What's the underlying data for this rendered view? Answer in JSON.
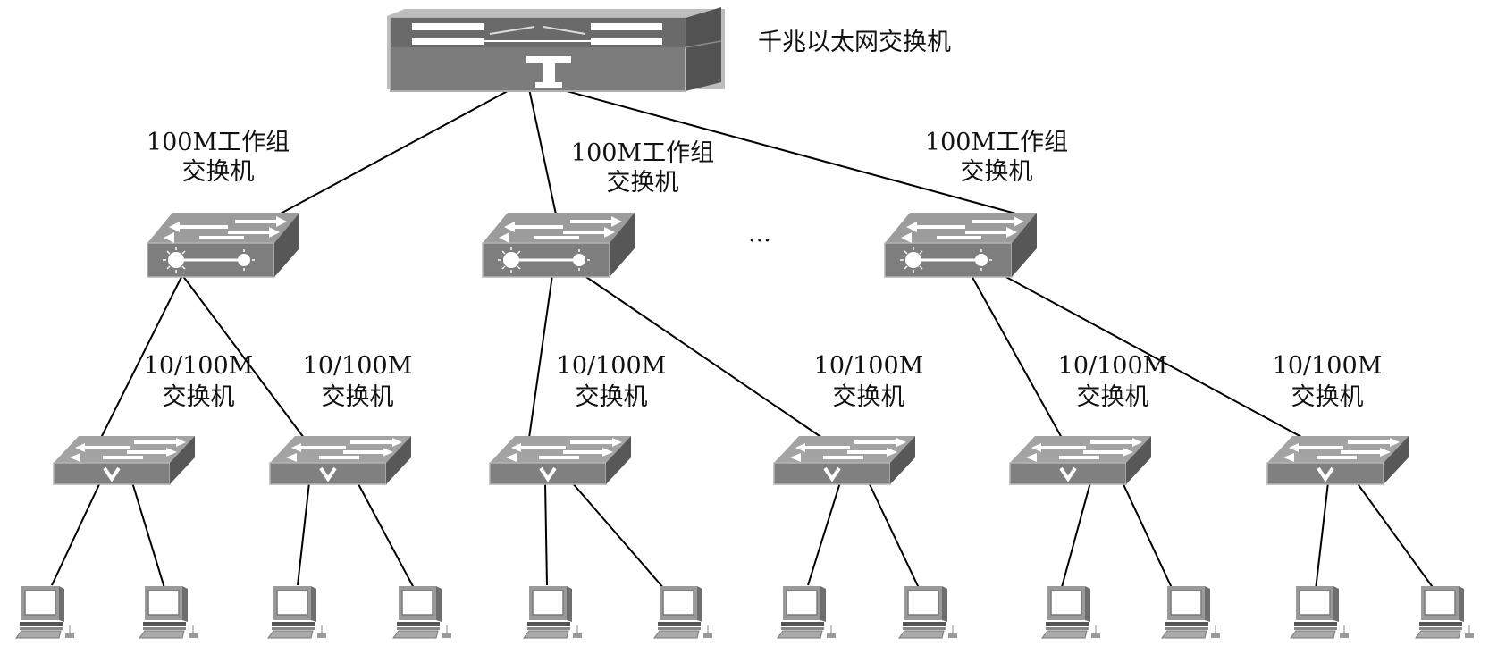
{
  "diagram": {
    "type": "network-topology",
    "core_switch": {
      "label": "千兆以太网交换机",
      "icon": "core-switch-icon"
    },
    "ellipsis": "···",
    "workgroup_switches": [
      {
        "label_line1": "100M工作组",
        "label_line2": "交换机",
        "icon": "workgroup-switch-icon"
      },
      {
        "label_line1": "100M工作组",
        "label_line2": "交换机",
        "icon": "workgroup-switch-icon"
      },
      {
        "label_line1": "100M工作组",
        "label_line2": "交换机",
        "icon": "workgroup-switch-icon"
      }
    ],
    "access_switches": [
      {
        "label_line1": "10/100M",
        "label_line2": "交换机",
        "parent": 0,
        "icon": "access-switch-icon"
      },
      {
        "label_line1": "10/100M",
        "label_line2": "交换机",
        "parent": 0,
        "icon": "access-switch-icon"
      },
      {
        "label_line1": "10/100M",
        "label_line2": "交换机",
        "parent": 1,
        "icon": "access-switch-icon"
      },
      {
        "label_line1": "10/100M",
        "label_line2": "交换机",
        "parent": 1,
        "icon": "access-switch-icon"
      },
      {
        "label_line1": "10/100M",
        "label_line2": "交换机",
        "parent": 2,
        "icon": "access-switch-icon"
      },
      {
        "label_line1": "10/100M",
        "label_line2": "交换机",
        "parent": 2,
        "icon": "access-switch-icon"
      }
    ],
    "computers_per_access_switch": 2,
    "computer_icon": "computer-icon",
    "colors": {
      "device_top": "#9a9a9a",
      "device_front": "#7a7a7a",
      "device_side": "#5a5a5a",
      "line": "#000000",
      "text": "#111111"
    }
  }
}
